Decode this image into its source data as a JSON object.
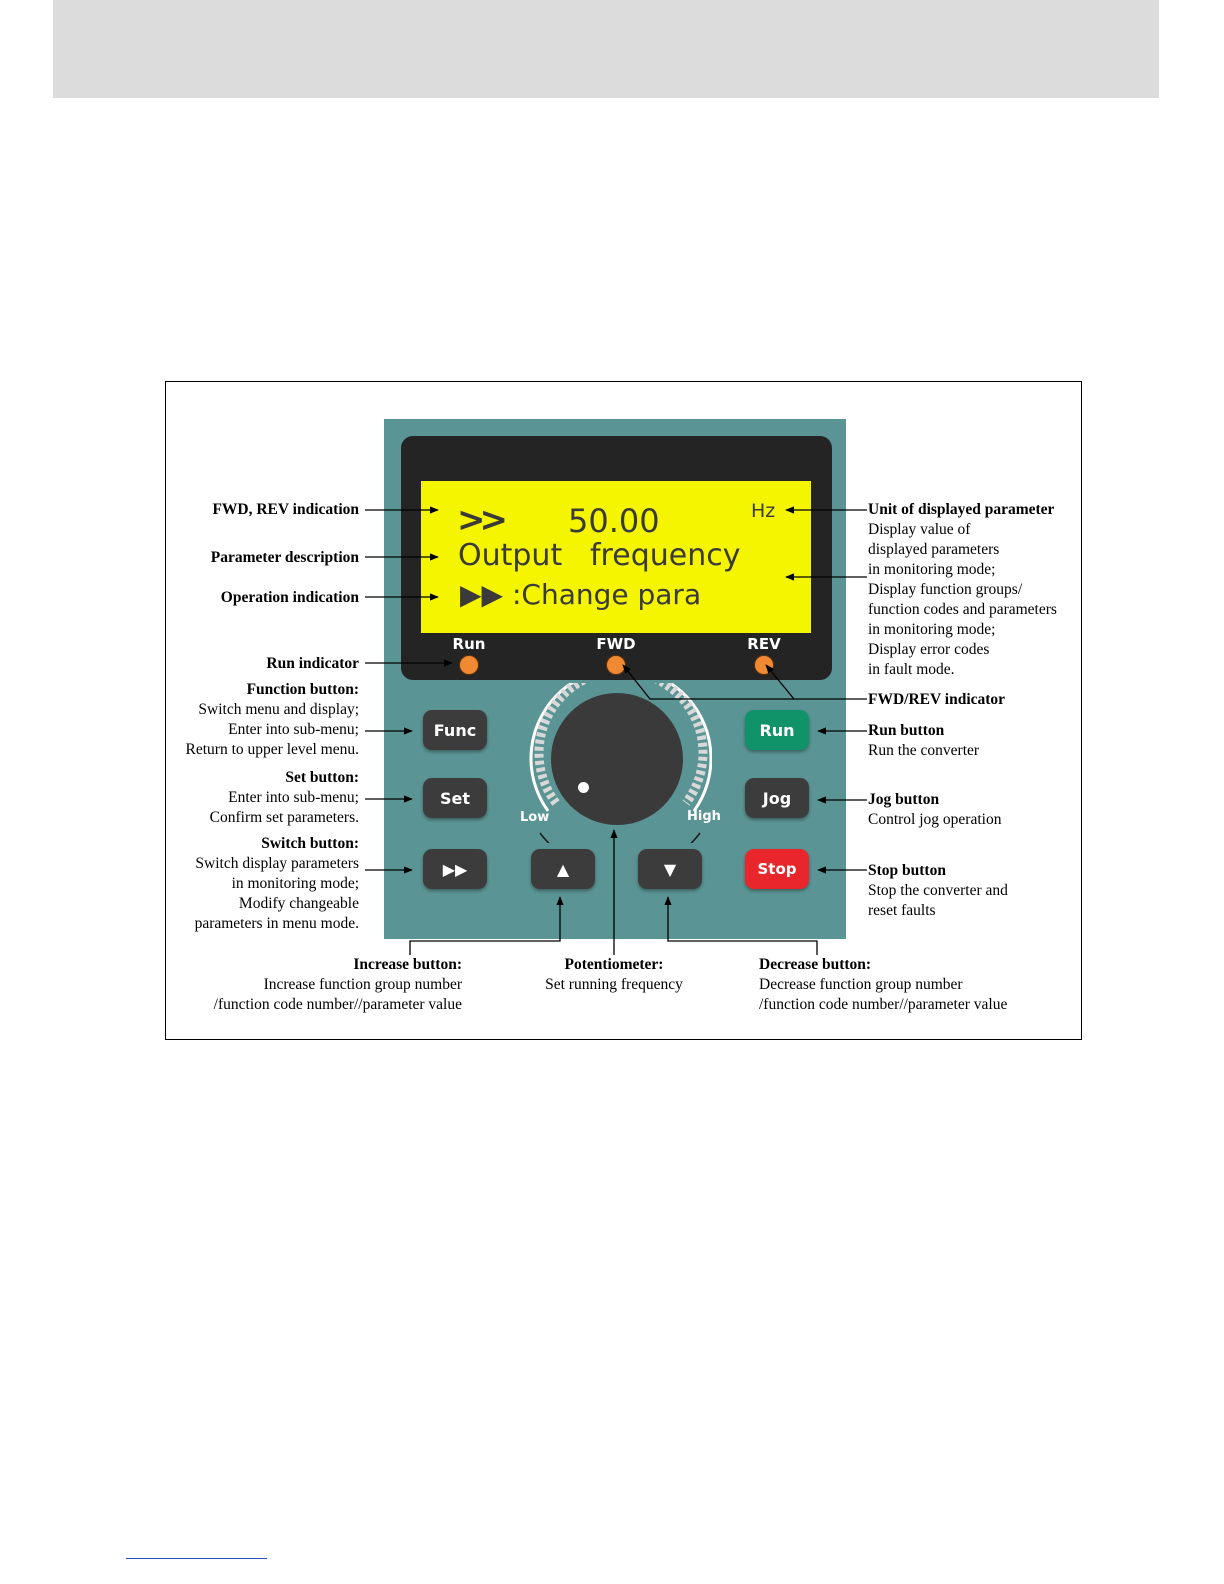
{
  "lcd": {
    "direction_symbol": ">>",
    "value": "50.00",
    "unit": "Hz",
    "description_word1": "Output",
    "description_word2": "frequency",
    "operation": "▶▶ :Change para"
  },
  "indicators": {
    "run": "Run",
    "fwd": "FWD",
    "rev": "REV"
  },
  "keys": {
    "func": "Func",
    "set": "Set",
    "switch": "▶▶",
    "up": "▲",
    "down": "▼",
    "run": "Run",
    "jog": "Jog",
    "stop": "Stop"
  },
  "potentiometer_labels": {
    "low": "Low",
    "high": "High"
  },
  "annotations": {
    "fwd_rev_indication": "FWD, REV indication",
    "parameter_description": "Parameter description",
    "operation_indication": "Operation indication",
    "run_indicator": "Run indicator",
    "function_button_title": "Function button:",
    "function_button_lines": [
      "Switch menu and display;",
      "Enter into sub-menu;",
      "Return to upper level menu."
    ],
    "set_button_title": "Set button:",
    "set_button_lines": [
      "Enter into sub-menu;",
      "Confirm set parameters."
    ],
    "switch_button_title": "Switch button:",
    "switch_button_lines": [
      "Switch display parameters",
      "in monitoring mode;",
      "Modify changeable",
      "parameters in menu mode."
    ],
    "unit_title": "Unit of displayed parameter",
    "display_lines": [
      "Display value of",
      "displayed parameters",
      "in monitoring mode;",
      "Display function groups/",
      "function codes and parameters",
      "in monitoring mode;",
      "Display error codes",
      "in fault mode."
    ],
    "fwd_rev_indicator": "FWD/REV indicator",
    "run_button_title": "Run button",
    "run_button_desc": "Run the converter",
    "jog_button_title": "Jog button",
    "jog_button_desc": "Control jog operation",
    "stop_button_title": "Stop button",
    "stop_button_lines": [
      "Stop the converter and",
      "reset faults"
    ],
    "increase_title": "Increase button:",
    "increase_lines": [
      "Increase function group number",
      "/function code number//parameter value"
    ],
    "pot_title": "Potentiometer:",
    "pot_desc": "Set running frequency",
    "decrease_title": "Decrease button:",
    "decrease_lines": [
      "Decrease function group number",
      "/function code number//parameter value"
    ]
  }
}
